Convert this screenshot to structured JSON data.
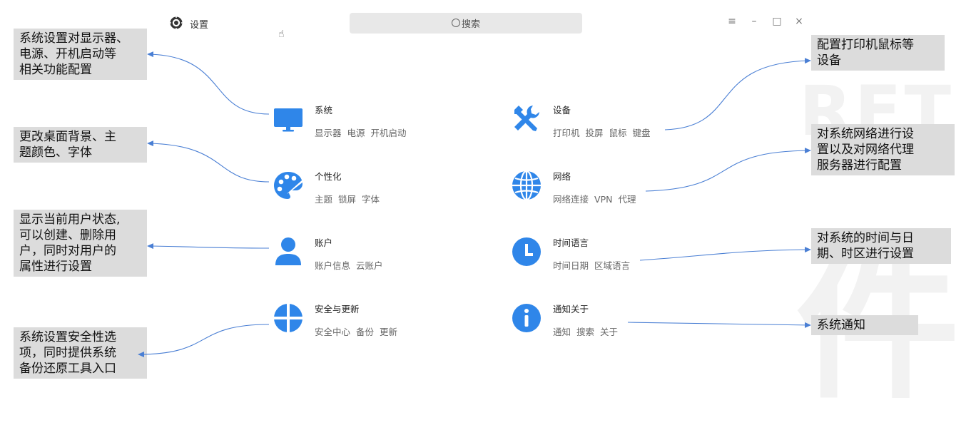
{
  "window": {
    "title": "设置",
    "search_placeholder": "搜索",
    "buttons": [
      "≡",
      "–",
      "□",
      "×"
    ]
  },
  "categories": [
    {
      "title": "系统",
      "subs": [
        "显示器",
        "电源",
        "开机启动"
      ],
      "icon": "monitor-icon"
    },
    {
      "title": "设备",
      "subs": [
        "打印机",
        "投屏",
        "鼠标",
        "键盘"
      ],
      "icon": "tools-icon"
    },
    {
      "title": "个性化",
      "subs": [
        "主题",
        "锁屏",
        "字体"
      ],
      "icon": "palette-icon"
    },
    {
      "title": "网络",
      "subs": [
        "网络连接",
        "VPN",
        "代理"
      ],
      "icon": "globe-icon"
    },
    {
      "title": "账户",
      "subs": [
        "账户信息",
        "云账户"
      ],
      "icon": "user-icon"
    },
    {
      "title": "时间语言",
      "subs": [
        "时间日期",
        "区域语言"
      ],
      "icon": "clock-icon"
    },
    {
      "title": "安全与更新",
      "subs": [
        "安全中心",
        "备份",
        "更新"
      ],
      "icon": "shield-icon"
    },
    {
      "title": "通知关于",
      "subs": [
        "通知",
        "搜索",
        "关于"
      ],
      "icon": "info-icon"
    }
  ],
  "annotations": {
    "system": [
      "系统设置对显示器、",
      "电源、开机启动等",
      "相关功能配置"
    ],
    "personalize": [
      "更改桌面背景、主",
      "题颜色、字体"
    ],
    "account": [
      "显示当前用户状态,",
      "可以创建、删除用",
      "户，同时对用户的",
      "属性进行设置"
    ],
    "security": [
      "系统设置安全性选",
      "项，同时提供系统",
      "备份还原工具入口"
    ],
    "device": [
      "配置打印机鼠标等",
      "设备"
    ],
    "network": [
      "对系统网络进行设",
      "置以及对网络代理",
      "服务器进行配置"
    ],
    "time": [
      "对系统的时间与日",
      "期、时区进行设置"
    ],
    "notify": [
      "系统通知"
    ]
  },
  "colors": {
    "accent": "#2f86e9",
    "note_bg": "#dcdcdc",
    "arrow": "#4a7fd4"
  }
}
